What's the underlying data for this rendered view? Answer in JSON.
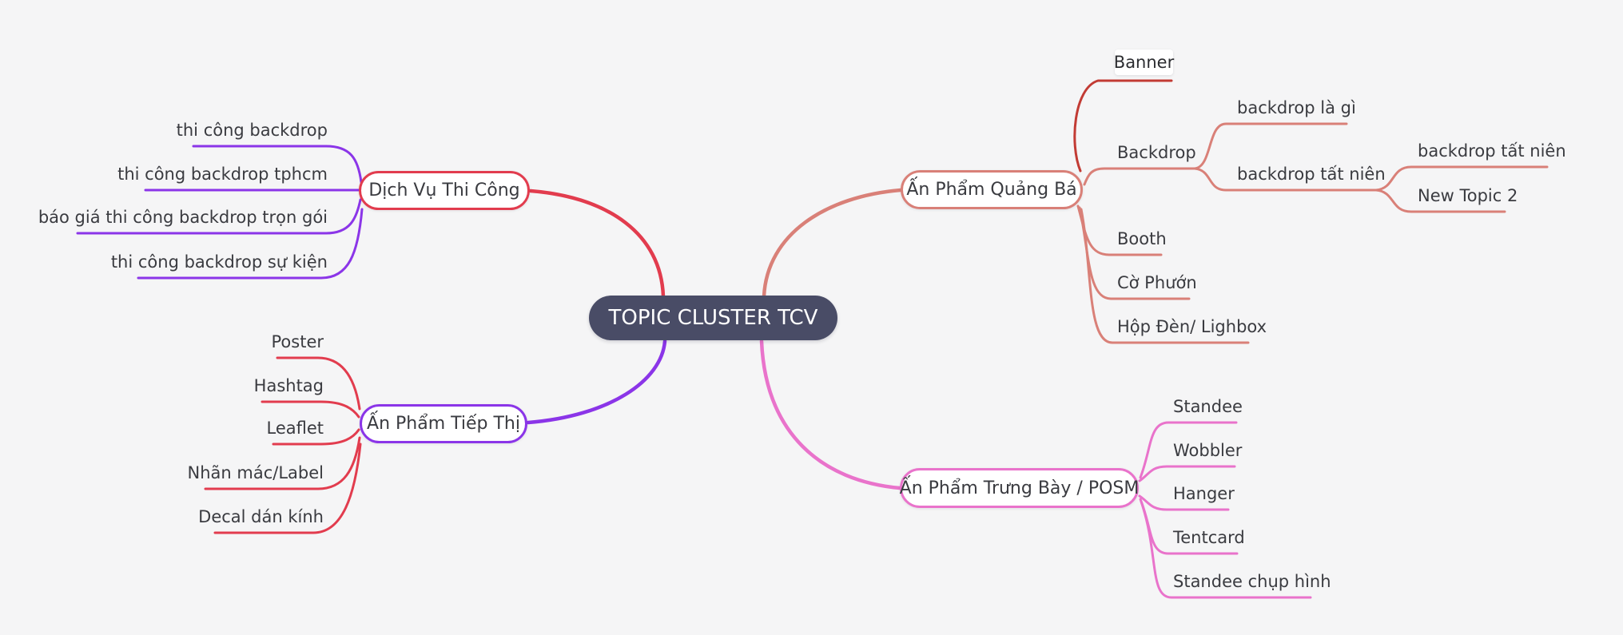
{
  "canvas": {
    "background": "#F5F5F6"
  },
  "colors": {
    "red": "#E23C4E",
    "purple": "#8B35E8",
    "salmon": "#D98078",
    "pink": "#E973CB",
    "banner_red": "#C23B34",
    "central_fill": "#494C66",
    "text": "#3A3B40"
  },
  "central": {
    "label": "TOPIC CLUSTER TCV"
  },
  "branches": [
    {
      "label": "Dịch Vụ Thi Công",
      "children": [
        {
          "label": "thi công backdrop"
        },
        {
          "label": "thi công backdrop tphcm"
        },
        {
          "label": "báo giá thi công backdrop trọn gói"
        },
        {
          "label": "thi công backdrop sự kiện"
        }
      ]
    },
    {
      "label": "Ấn Phẩm Tiếp Thị",
      "children": [
        {
          "label": "Poster"
        },
        {
          "label": "Hashtag"
        },
        {
          "label": "Leaflet"
        },
        {
          "label": "Nhãn mác/Label"
        },
        {
          "label": "Decal dán kính"
        }
      ]
    },
    {
      "label": "Ấn Phẩm Quảng Bá",
      "children": [
        {
          "label": "Banner",
          "highlighted": true
        },
        {
          "label": "Backdrop",
          "children": [
            {
              "label": "backdrop là gì"
            },
            {
              "label": "backdrop tất niên",
              "children": [
                {
                  "label": "backdrop tất niên"
                },
                {
                  "label": "New Topic 2"
                }
              ]
            }
          ]
        },
        {
          "label": "Booth"
        },
        {
          "label": "Cờ Phướn"
        },
        {
          "label": "Hộp Đèn/ Lighbox"
        }
      ]
    },
    {
      "label": "Ấn Phẩm Trưng Bày / POSM",
      "children": [
        {
          "label": "Standee"
        },
        {
          "label": "Wobbler"
        },
        {
          "label": "Hanger"
        },
        {
          "label": "Tentcard"
        },
        {
          "label": "Standee chụp hình"
        }
      ]
    }
  ]
}
